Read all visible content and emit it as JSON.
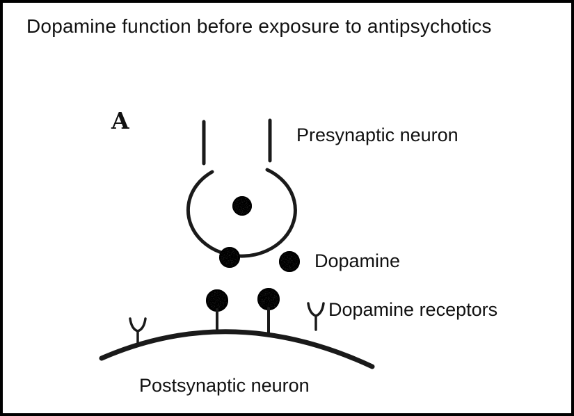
{
  "figure": {
    "title": "Dopamine function before exposure to antipsychotics",
    "panel_label": "A",
    "labels": {
      "presynaptic": "Presynaptic neuron",
      "dopamine": "Dopamine",
      "receptors": "Dopamine receptors",
      "postsynaptic": "Postsynaptic neuron"
    },
    "elements": {
      "dopamine_molecule_count": 5,
      "free_receptor_count": 2,
      "occupied_receptor_count": 2
    },
    "colors": {
      "ink": "#1a1a1a",
      "dopamine_fill": "#4f4f4f",
      "background": "#ffffff",
      "border": "#000000"
    }
  }
}
